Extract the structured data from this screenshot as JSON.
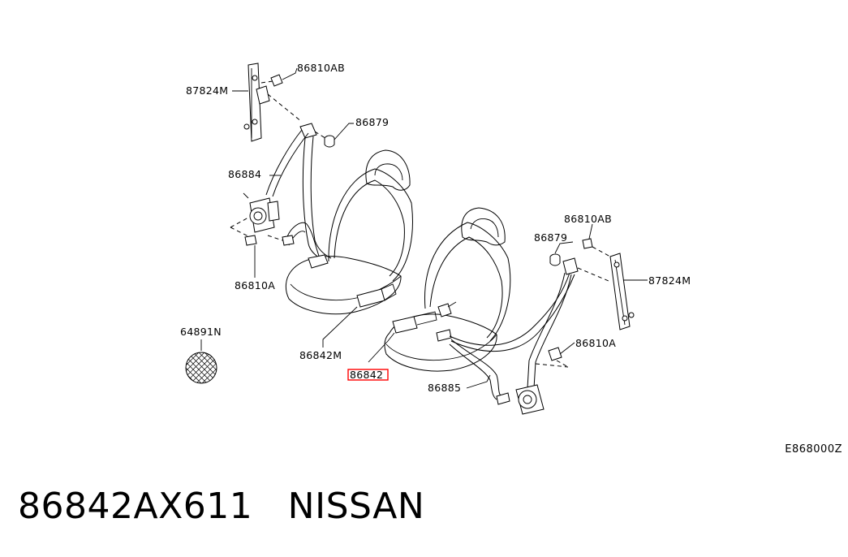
{
  "callouts": {
    "upper_left_bolt": "86810AB",
    "left_adjuster": "87824M",
    "left_cap": "86879",
    "left_retractor_belt": "86884",
    "left_lower_bolt": "86810A",
    "left_buckle": "86842M",
    "plug": "64891N",
    "right_buckle_highlighted": "86842",
    "right_lap_belt": "86885",
    "right_upper_bolt": "86810AB",
    "right_cap": "86879",
    "right_adjuster": "87824M",
    "right_lower_bolt": "86810A"
  },
  "diagram_code": "E868000Z",
  "caption": {
    "part_number": "86842AX611",
    "brand": "NISSAN"
  },
  "colors": {
    "line": "#000000",
    "highlight": "#ff0000",
    "background": "#ffffff"
  }
}
